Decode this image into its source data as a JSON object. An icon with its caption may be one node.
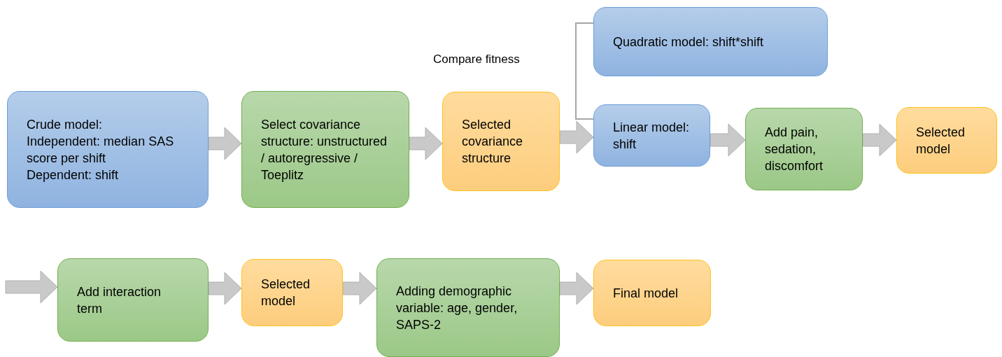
{
  "diagram": {
    "nodes": [
      {
        "text": [
          "Crude model:",
          "Independent: median SAS score per shift",
          "Dependent: shift"
        ]
      },
      {
        "text": [
          "Select covariance structure: unstructured / autoregressive / Toeplitz"
        ]
      },
      {
        "text": [
          "Selected covariance structure"
        ]
      },
      {
        "text": [
          "Quadratic model: shift*shift"
        ]
      },
      {
        "text": [
          "Linear model: shift"
        ]
      },
      {
        "text": [
          "Add pain, sedation, discomfort"
        ]
      },
      {
        "text": [
          "Selected model"
        ]
      },
      {
        "text": [
          "Add interaction term"
        ]
      },
      {
        "text": [
          "Selected model"
        ]
      },
      {
        "text": [
          "Adding demographic variable: age, gender, SAPS-2"
        ]
      },
      {
        "text": [
          "Final model"
        ]
      }
    ],
    "edges": [
      {
        "from": 0,
        "to": 1,
        "arrow": "to",
        "style": "thick"
      },
      {
        "from": 1,
        "to": 2,
        "arrow": "to",
        "style": "thick"
      },
      {
        "from": 2,
        "to": 4,
        "arrow": "to",
        "style": "thick"
      },
      {
        "from": 3,
        "to": 4,
        "arrow": "none"
      },
      {
        "from": 4,
        "to": 5,
        "arrow": "to",
        "style": "thick"
      },
      {
        "from": 5,
        "to": 6,
        "arrow": "to",
        "style": "thick"
      },
      {
        "from": null,
        "to": 7,
        "arrow": "to",
        "style": "thick"
      },
      {
        "from": 7,
        "to": 8,
        "arrow": "to",
        "style": "thick"
      },
      {
        "from": 8,
        "to": 9,
        "arrow": "to",
        "style": "thick"
      },
      {
        "from": 9,
        "to": 10,
        "arrow": "to",
        "style": "thick"
      }
    ],
    "labels": [
      "Compare fitness"
    ]
  }
}
